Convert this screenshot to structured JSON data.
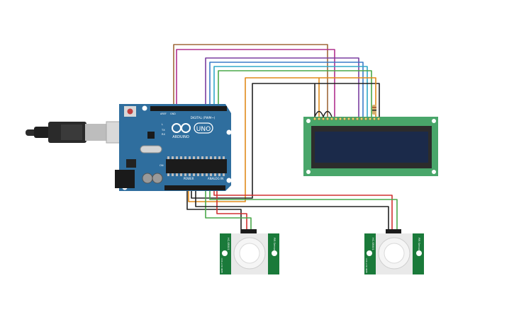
{
  "arduino": {
    "brand": "ARDUINO",
    "model": "UNO",
    "digital_label": "DIGITAL (PWM~)",
    "power_label": "POWER",
    "analog_label": "ANALOG IN",
    "aref_label": "AREF",
    "gnd_label": "GND",
    "tx_label": "TX",
    "rx_label": "RX",
    "l_label": "L",
    "on_label": "ON"
  },
  "pir_sensors": [
    {
      "label": "HC-SR501",
      "side_label": "PIR Sensor",
      "pins_label": "GND OUT VCC"
    },
    {
      "label": "HC-SR501",
      "side_label": "PIR Sensor",
      "pins_label": "GND OUT VCC"
    }
  ],
  "colors": {
    "board": "#2f6e9e",
    "board_dark": "#245a84",
    "lcd_pcb": "#49a66a",
    "lcd_screen": "#1b2a4a",
    "pir_pcb": "#1a7a3a",
    "wire_brown": "#a0683a",
    "wire_magenta": "#b0308e",
    "wire_purple": "#7a3ea0",
    "wire_blue": "#3a7cc8",
    "wire_cyan": "#30a8c8",
    "wire_green": "#4aa84a",
    "wire_orange": "#e08a1a",
    "wire_black": "#222222",
    "wire_red": "#d03030"
  }
}
